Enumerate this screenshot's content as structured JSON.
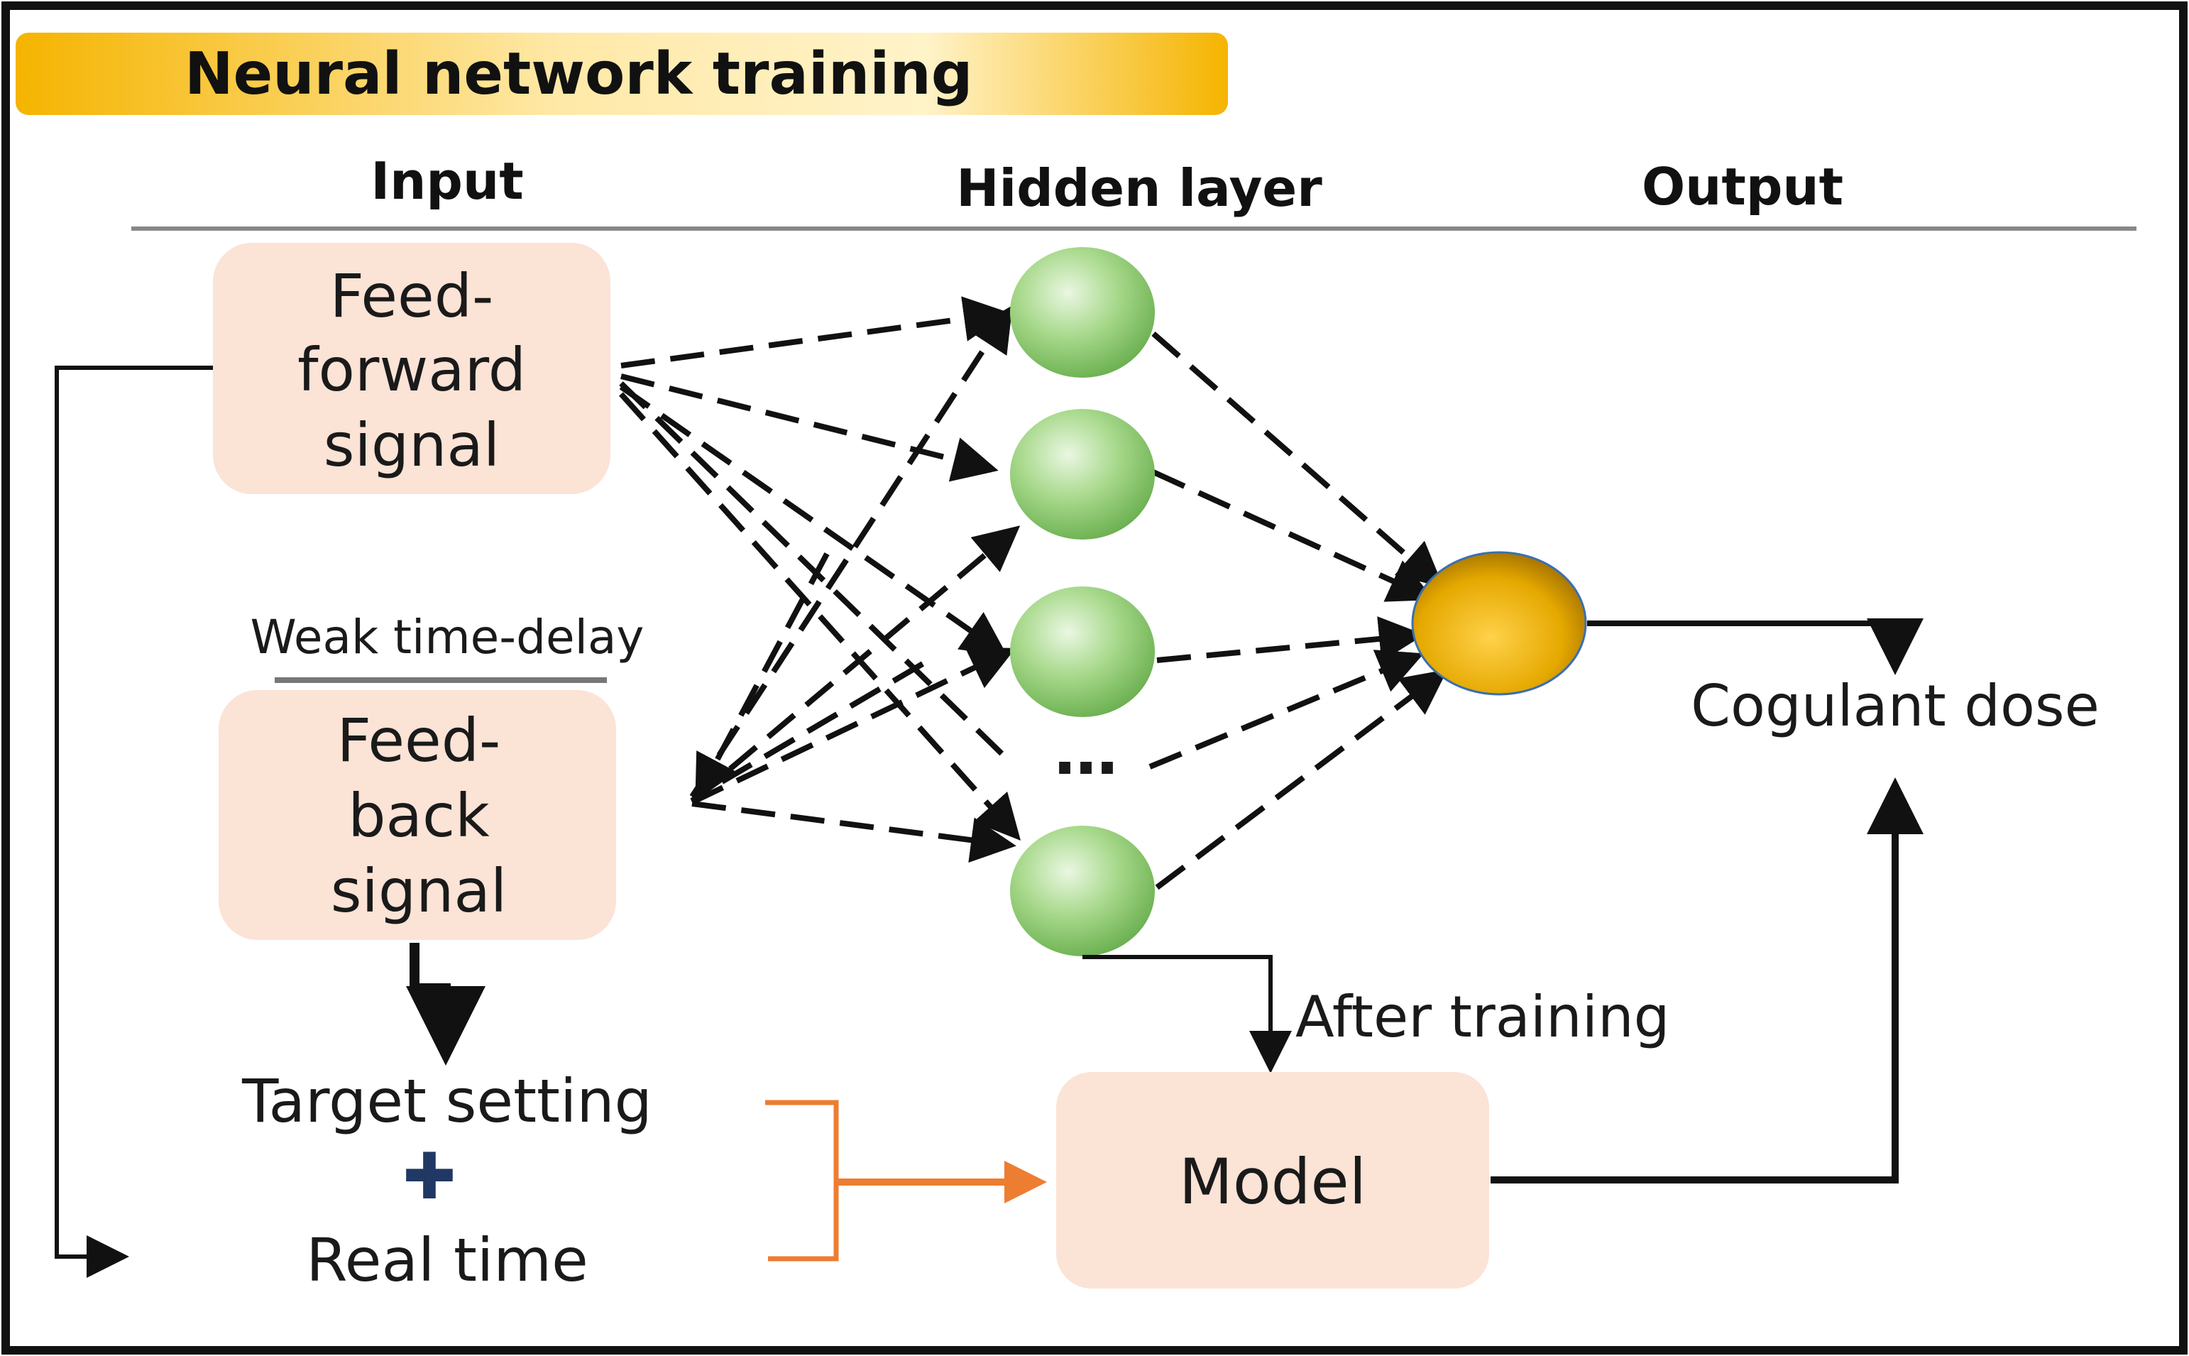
{
  "title": "Neural network training",
  "columns": {
    "input": "Input",
    "hidden": "Hidden layer",
    "output": "Output"
  },
  "boxes": {
    "feedforward": [
      "Feed-",
      "forward",
      "signal"
    ],
    "feedback": [
      "Feed-",
      "back",
      "signal"
    ],
    "model": "Model"
  },
  "labels": {
    "weak_delay": "Weak time-delay",
    "target_setting": "Target setting",
    "plus": "✚",
    "real_time": "Real time",
    "after_training": "After training",
    "dose": "Cogulant dose",
    "ellipsis": "…"
  },
  "colors": {
    "title_band": "#f5b400",
    "box_fill": "#fbe3d6",
    "hidden_node": "#7cc35e",
    "output_node": "#e5a800",
    "orange_arrow": "#ed7d31",
    "line": "#111111"
  }
}
